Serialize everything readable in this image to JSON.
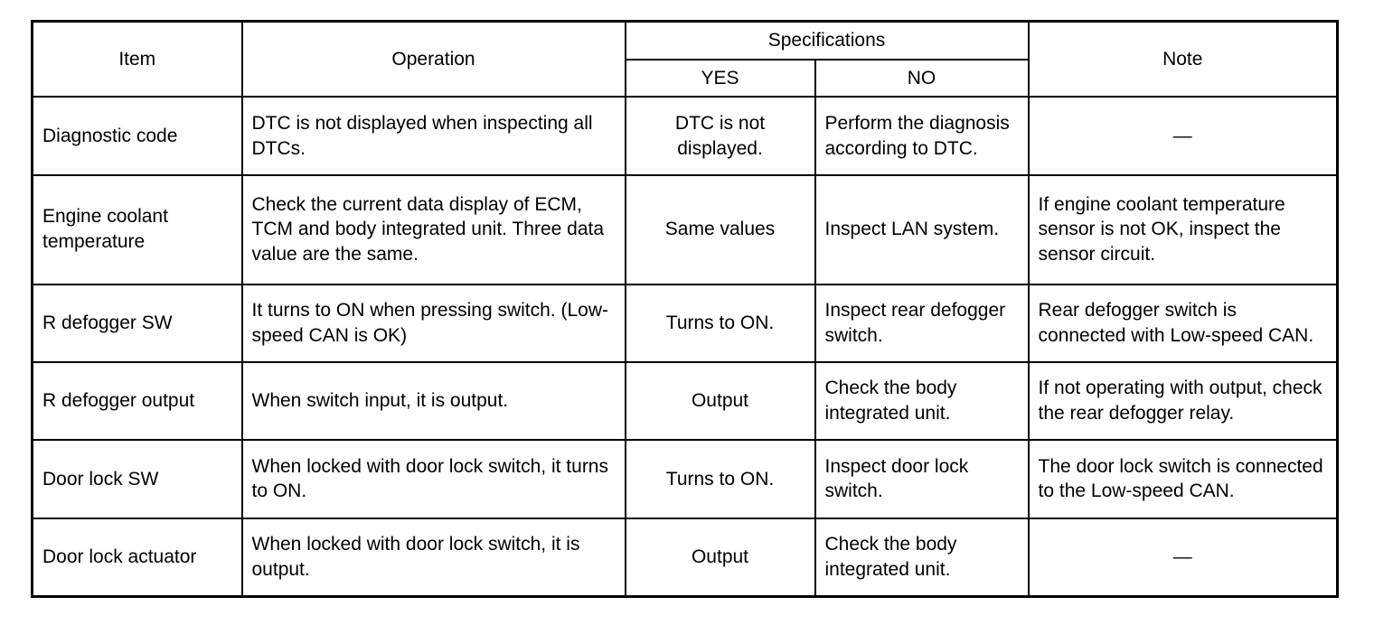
{
  "table": {
    "headers": {
      "item": "Item",
      "operation": "Operation",
      "specifications": "Specifications",
      "yes": "YES",
      "no": "NO",
      "note": "Note"
    },
    "rows": [
      {
        "item": "Diagnostic code",
        "operation": "DTC is not displayed when inspecting all DTCs.",
        "yes": "DTC is not displayed.",
        "no": "Perform the diagnosis according to DTC.",
        "note": "—"
      },
      {
        "item": "Engine coolant temperature",
        "operation": "Check the current data display of ECM, TCM and body integrated unit. Three data value are the same.",
        "yes": "Same values",
        "no": "Inspect LAN system.",
        "note": "If engine coolant temperature sensor is not OK, inspect the sensor circuit."
      },
      {
        "item": "R defogger SW",
        "operation": "It turns to ON when pressing switch. (Low-speed CAN is OK)",
        "yes": "Turns to ON.",
        "no": "Inspect rear defogger switch.",
        "note": "Rear defogger switch is connected with Low-speed CAN."
      },
      {
        "item": "R defogger output",
        "operation": "When switch input, it is output.",
        "yes": "Output",
        "no": "Check the body integrated unit.",
        "note": "If not operating with output, check the rear defogger relay."
      },
      {
        "item": "Door lock SW",
        "operation": "When locked with door lock switch, it turns to ON.",
        "yes": "Turns to ON.",
        "no": "Inspect door lock switch.",
        "note": "The door lock switch is connected to the Low-speed CAN."
      },
      {
        "item": "Door lock actuator",
        "operation": "When locked with door lock switch, it is output.",
        "yes": "Output",
        "no": "Check the body integrated unit.",
        "note": "—"
      }
    ]
  }
}
